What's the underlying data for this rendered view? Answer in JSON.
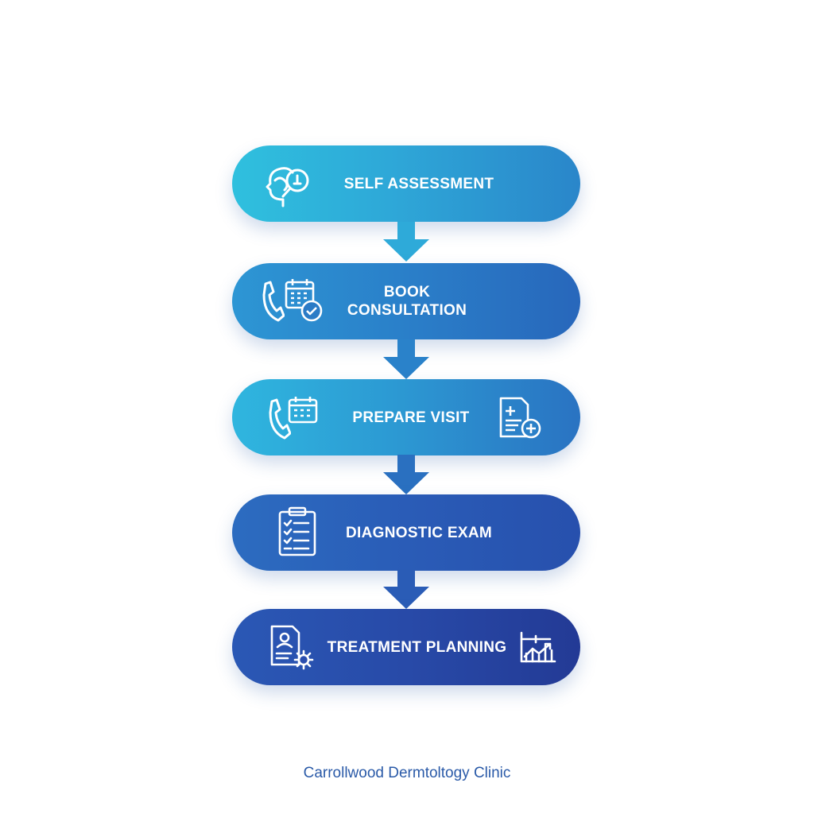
{
  "steps": [
    {
      "label": "SELF ASSESSMENT",
      "icons": [
        "head-magnifier-icon"
      ]
    },
    {
      "label_line1": "BOOK",
      "label_line2": "CONSULTATION",
      "icons": [
        "phone-icon",
        "calendar-check-icon"
      ]
    },
    {
      "label": "PREPARE VISIT",
      "icons": [
        "phone-icon",
        "calendar-icon",
        "medical-document-plus-icon"
      ]
    },
    {
      "label": "DIAGNOSTIC EXAM",
      "icons": [
        "clipboard-checklist-icon"
      ]
    },
    {
      "label": "TREATMENT PLANNING",
      "icons": [
        "patient-record-gear-icon",
        "growth-chart-icon"
      ]
    }
  ],
  "footer": "Carrollwood Dermtoltogy Clinic",
  "colors": {
    "step_top": "#2fc0de",
    "step_bottom": "#233a95",
    "arrow": "#2a7fc9",
    "footer_text": "#2a5aa8",
    "background": "#ffffff"
  }
}
